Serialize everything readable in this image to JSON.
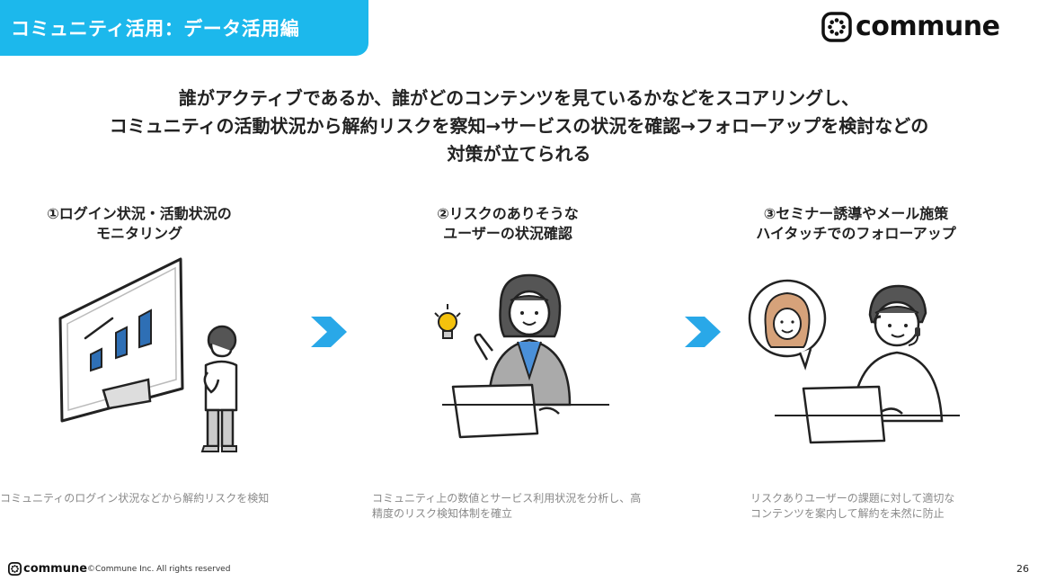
{
  "header": {
    "title": "コミュニティ活用：データ活用編",
    "accent_color": "#1cb8ec"
  },
  "brand": {
    "logo_text": "commune"
  },
  "lead": {
    "line1": "誰がアクティブであるか、誰がどのコンテンツを見ているかなどをスコアリングし、",
    "line2": "コミュニティの活動状況から解約リスクを察知→サービスの状況を確認→フォローアップを検討などの",
    "line3": "対策が立てられる"
  },
  "steps": [
    {
      "title_line1": "①ログイン状況・活動状況の",
      "title_line2": "モニタリング",
      "desc_line1": "コミュニティのログイン状況などから解約リスクを検知",
      "desc_line2": "",
      "icon": "monitor-chart-person-illustration"
    },
    {
      "title_line1": "②リスクのありそうな",
      "title_line2": "ユーザーの状況確認",
      "desc_line1": "コミュニティ上の数値とサービス利用状況を分析し、高",
      "desc_line2": "精度のリスク検知体制を確立",
      "icon": "woman-laptop-idea-illustration"
    },
    {
      "title_line1": "③セミナー誘導やメール施策",
      "title_line2": "ハイタッチでのフォローアップ",
      "desc_line1": "リスクありユーザーの課題に対して適切な",
      "desc_line2": "コンテンツを案内して解約を未然に防止",
      "icon": "support-headset-chat-illustration"
    }
  ],
  "arrows": {
    "icon": "chevron-right-icon",
    "color": "#29a8e8"
  },
  "footer": {
    "logo_text": "commune",
    "copyright": "©Commune Inc. All rights reserved",
    "page_number": "26"
  }
}
